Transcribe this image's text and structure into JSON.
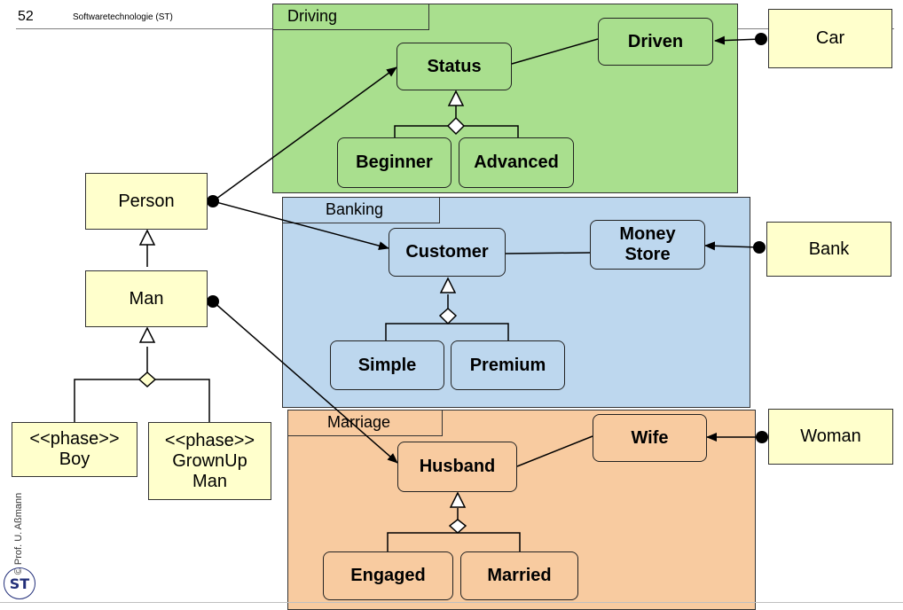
{
  "header": {
    "slide_number": "52",
    "course": "Softwaretechnologie (ST)"
  },
  "footer": {
    "author": "© Prof. U. Aßmann",
    "logo_text": "ST"
  },
  "packages": {
    "driving": {
      "name": "Driving",
      "color": "#a9df8e"
    },
    "banking": {
      "name": "Banking",
      "color": "#bdd7ee"
    },
    "marriage": {
      "name": "Marriage",
      "color": "#f8cba0"
    }
  },
  "roles": {
    "status": "Status",
    "driven": "Driven",
    "beginner": "Beginner",
    "advanced": "Advanced",
    "customer": "Customer",
    "money_store": "Money Store",
    "simple": "Simple",
    "premium": "Premium",
    "husband": "Husband",
    "wife": "Wife",
    "engaged": "Engaged",
    "married": "Married"
  },
  "classes": {
    "person": "Person",
    "man": "Man",
    "boy": "<<phase>>\nBoy",
    "grownup": "<<phase>>\nGrownUp\nMan",
    "car": "Car",
    "bank": "Bank",
    "woman": "Woman"
  },
  "colors": {
    "class_fill": "#ffffcc",
    "line": "#000000"
  }
}
